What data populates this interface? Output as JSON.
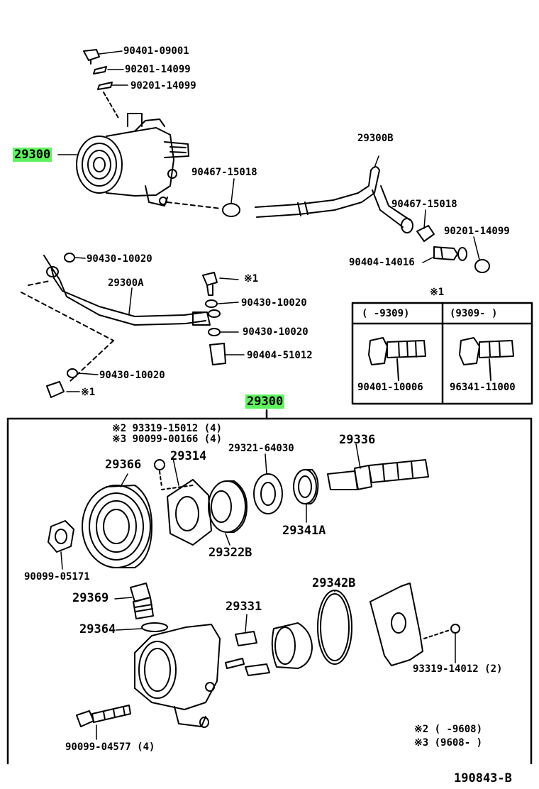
{
  "diagram_id": "190843-B",
  "colors": {
    "highlight": "#5ef25e",
    "ink": "#000000"
  },
  "upper": {
    "pump_label": "29300",
    "plug": "90401-09001",
    "gasket_a": "90201-14099",
    "gasket_b": "90201-14099",
    "hose_label": "29300B",
    "clamp_left": "90467-15018",
    "clamp_right": "90467-15018",
    "union_gasket": "90201-14099",
    "union_bolt": "90404-14016",
    "tube_label": "29300A",
    "tube_gasket_top": "90430-10020",
    "tube_gasket_mid1": "90430-10020",
    "tube_gasket_mid2": "90430-10020",
    "tube_gasket_bottom": "90430-10020",
    "tube_union": "90404-51012",
    "mark_bolt_top": "※1",
    "mark_bolt_bottom": "※1"
  },
  "table": {
    "title": "※1",
    "col1_header": "(      -9309)",
    "col2_header": "(9309-       )",
    "col1_part": "90401-10006",
    "col2_part": "96341-11000"
  },
  "lower": {
    "assembly_label": "29300",
    "note2_line": "※2  93319-15012 (4)",
    "note3_line": "※3  90099-00166 (4)",
    "pulley": "29366",
    "hub_plate": "29314",
    "cover_washer": "29321-64030",
    "shaft": "29336",
    "bearing": "29322B",
    "seal": "29341A",
    "nut": "90099-05171",
    "valve": "29369",
    "o_ring": "29364",
    "vane": "29331",
    "o_ring_large": "29342B",
    "cover_screw": "93319-14012 (2)",
    "long_bolt": "90099-04577 (4)",
    "footnote2": "※2  (       -9608)",
    "footnote3": "※3  (9608-       )"
  }
}
